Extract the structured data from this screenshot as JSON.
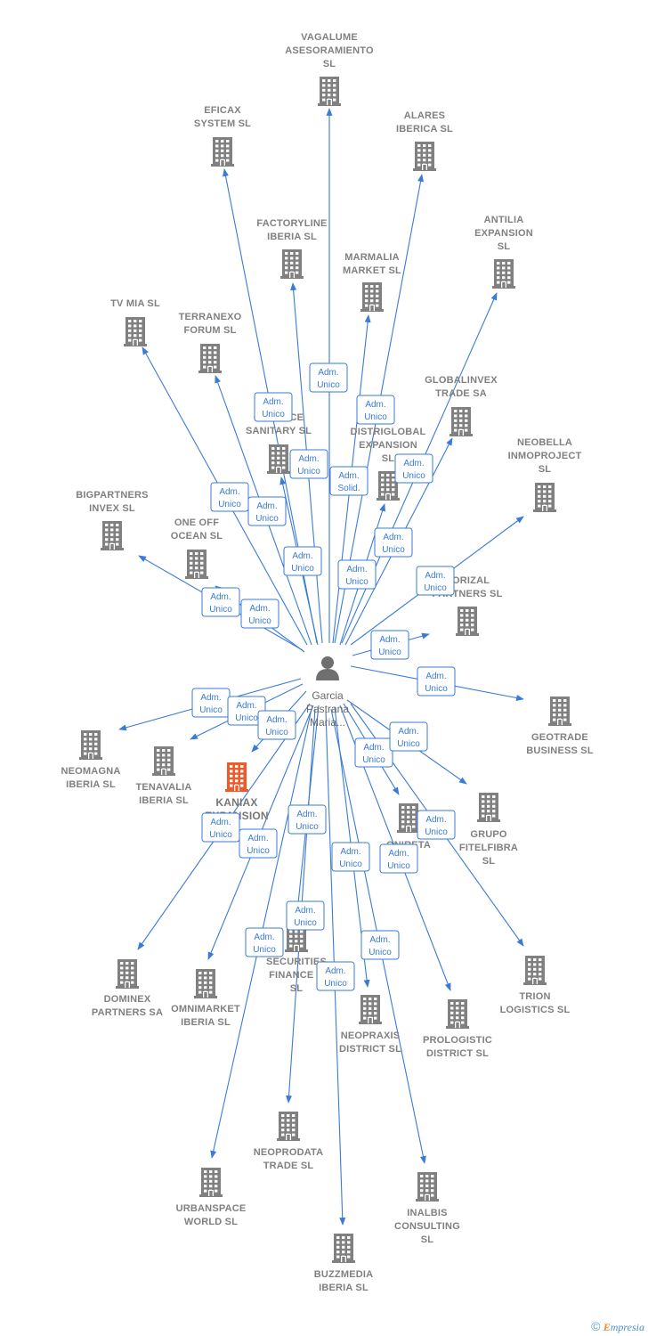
{
  "center": {
    "label_lines": [
      "Garcia",
      "Pastrana",
      "Maria..."
    ]
  },
  "colors": {
    "edge": "#3a7bd5",
    "building": "#808080",
    "highlight": "#f05a28",
    "person": "#6f6f6f"
  },
  "companies": [
    {
      "id": "vagalume",
      "lines": [
        "VAGALUME",
        "ASESORAMIENTO",
        "SL"
      ],
      "highlight": false
    },
    {
      "id": "eficax",
      "lines": [
        "EFICAX",
        "SYSTEM SL"
      ],
      "highlight": false
    },
    {
      "id": "alares",
      "lines": [
        "ALARES",
        "IBERICA SL"
      ],
      "highlight": false
    },
    {
      "id": "factoryline",
      "lines": [
        "FACTORYLINE",
        "IBERIA SL"
      ],
      "highlight": false
    },
    {
      "id": "marmalia",
      "lines": [
        "MARMALIA",
        "MARKET SL"
      ],
      "highlight": false
    },
    {
      "id": "antilia",
      "lines": [
        "ANTILIA",
        "EXPANSION",
        "SL"
      ],
      "highlight": false
    },
    {
      "id": "tvmia",
      "lines": [
        "TV MIA SL"
      ],
      "highlight": false
    },
    {
      "id": "terranexo",
      "lines": [
        "TERRANEXO",
        "FORUM SL"
      ],
      "highlight": false
    },
    {
      "id": "globalinvex",
      "lines": [
        "GLOBALINVEX",
        "TRADE SA"
      ],
      "highlight": false
    },
    {
      "id": "cosance",
      "lines": [
        "COSANCE",
        "SANITARY SL"
      ],
      "highlight": false
    },
    {
      "id": "distriglobal",
      "lines": [
        "DISTRIGLOBAL",
        "EXPANSION",
        "SL"
      ],
      "highlight": false
    },
    {
      "id": "neobella",
      "lines": [
        "NEOBELLA",
        "INMOPROJECT",
        "SL"
      ],
      "highlight": false
    },
    {
      "id": "bigpartners",
      "lines": [
        "BIGPARTNERS",
        "INVEX SL"
      ],
      "highlight": false
    },
    {
      "id": "oneoff",
      "lines": [
        "ONE OFF",
        "OCEAN SL"
      ],
      "highlight": false
    },
    {
      "id": "horizal",
      "lines": [
        "HORIZAL",
        "PARTNERS SL"
      ],
      "highlight": false
    },
    {
      "id": "geotrade",
      "lines": [
        "GEOTRADE",
        "BUSINESS SL"
      ],
      "highlight": false
    },
    {
      "id": "neomagna",
      "lines": [
        "NEOMAGNA",
        "IBERIA SL"
      ],
      "highlight": false
    },
    {
      "id": "tenavalia",
      "lines": [
        "TENAVALIA",
        "IBERIA SL"
      ],
      "highlight": false
    },
    {
      "id": "kaniax",
      "lines": [
        "KANIAX",
        "EXPANSION"
      ],
      "highlight": true
    },
    {
      "id": "onireta",
      "lines": [
        "ONIRETA",
        "SL"
      ],
      "highlight": false
    },
    {
      "id": "fitelfibra",
      "lines": [
        "GRUPO",
        "FITELFIBRA",
        "SL"
      ],
      "highlight": false
    },
    {
      "id": "securities",
      "lines": [
        "SECURITIES",
        "FINANCE K",
        "SL"
      ],
      "highlight": false
    },
    {
      "id": "dominex",
      "lines": [
        "DOMINEX",
        "PARTNERS SA"
      ],
      "highlight": false
    },
    {
      "id": "omnimarket",
      "lines": [
        "OMNIMARKET",
        "IBERIA SL"
      ],
      "highlight": false
    },
    {
      "id": "trion",
      "lines": [
        "TRION",
        "LOGISTICS SL"
      ],
      "highlight": false
    },
    {
      "id": "neopraxis",
      "lines": [
        "NEOPRAXIS",
        "DISTRICT SL"
      ],
      "highlight": false
    },
    {
      "id": "prologistic",
      "lines": [
        "PROLOGISTIC",
        "DISTRICT SL"
      ],
      "highlight": false
    },
    {
      "id": "neoprodata",
      "lines": [
        "NEOPRODATA",
        "TRADE SL"
      ],
      "highlight": false
    },
    {
      "id": "urbanspace",
      "lines": [
        "URBANSPACE",
        "WORLD SL"
      ],
      "highlight": false
    },
    {
      "id": "inalbis",
      "lines": [
        "INALBIS",
        "CONSULTING",
        "SL"
      ],
      "highlight": false
    },
    {
      "id": "buzzmedia",
      "lines": [
        "BUZZMEDIA",
        "IBERIA SL"
      ],
      "highlight": false
    }
  ],
  "relations": [
    {
      "target": "vagalume",
      "role": [
        "Adm.",
        "Unico"
      ]
    },
    {
      "target": "eficax",
      "role": [
        "Adm.",
        "Unico"
      ]
    },
    {
      "target": "alares",
      "role": [
        "Adm.",
        "Unico"
      ]
    },
    {
      "target": "factoryline",
      "role": [
        "Adm.",
        "Unico"
      ]
    },
    {
      "target": "marmalia",
      "role": [
        "Adm.",
        "Solid."
      ]
    },
    {
      "target": "antilia",
      "role": [
        "Adm.",
        "Unico"
      ]
    },
    {
      "target": "tvmia",
      "role": [
        "Adm.",
        "Unico"
      ]
    },
    {
      "target": "terranexo",
      "role": [
        "Adm.",
        "Unico"
      ]
    },
    {
      "target": "globalinvex",
      "role": [
        "Adm.",
        "Unico"
      ]
    },
    {
      "target": "cosance",
      "role": [
        "Adm.",
        "Unico"
      ]
    },
    {
      "target": "distriglobal",
      "role": [
        "Adm.",
        "Unico"
      ]
    },
    {
      "target": "neobella",
      "role": [
        "Adm.",
        "Unico"
      ]
    },
    {
      "target": "bigpartners",
      "role": [
        "Adm.",
        "Unico"
      ]
    },
    {
      "target": "oneoff",
      "role": [
        "Adm.",
        "Unico"
      ]
    },
    {
      "target": "horizal",
      "role": [
        "Adm.",
        "Unico"
      ]
    },
    {
      "target": "geotrade",
      "role": [
        "Adm.",
        "Unico"
      ]
    },
    {
      "target": "neomagna",
      "role": [
        "Adm.",
        "Unico"
      ]
    },
    {
      "target": "tenavalia",
      "role": [
        "Adm.",
        "Unico"
      ]
    },
    {
      "target": "kaniax",
      "role": [
        "Adm.",
        "Unico"
      ]
    },
    {
      "target": "onireta",
      "role": [
        "Adm.",
        "Unico"
      ]
    },
    {
      "target": "fitelfibra",
      "role": [
        "Adm.",
        "Unico"
      ]
    },
    {
      "target": "securities",
      "role": [
        "Adm.",
        "Unico"
      ]
    },
    {
      "target": "dominex",
      "role": [
        "Adm.",
        "Unico"
      ]
    },
    {
      "target": "omnimarket",
      "role": [
        "Adm.",
        "Unico"
      ]
    },
    {
      "target": "trion",
      "role": [
        "Adm.",
        "Unico"
      ]
    },
    {
      "target": "neopraxis",
      "role": [
        "Adm.",
        "Unico"
      ]
    },
    {
      "target": "prologistic",
      "role": [
        "Adm.",
        "Unico"
      ]
    },
    {
      "target": "neoprodata",
      "role": [
        "Adm.",
        "Unico"
      ]
    },
    {
      "target": "urbanspace",
      "role": [
        "Adm.",
        "Unico"
      ]
    },
    {
      "target": "inalbis",
      "role": [
        "Adm.",
        "Unico"
      ]
    },
    {
      "target": "buzzmedia",
      "role": [
        "Adm.",
        "Unico"
      ]
    }
  ],
  "footer": {
    "copyright": "©",
    "brand_e": "E",
    "brand_rest": "mpresia"
  }
}
